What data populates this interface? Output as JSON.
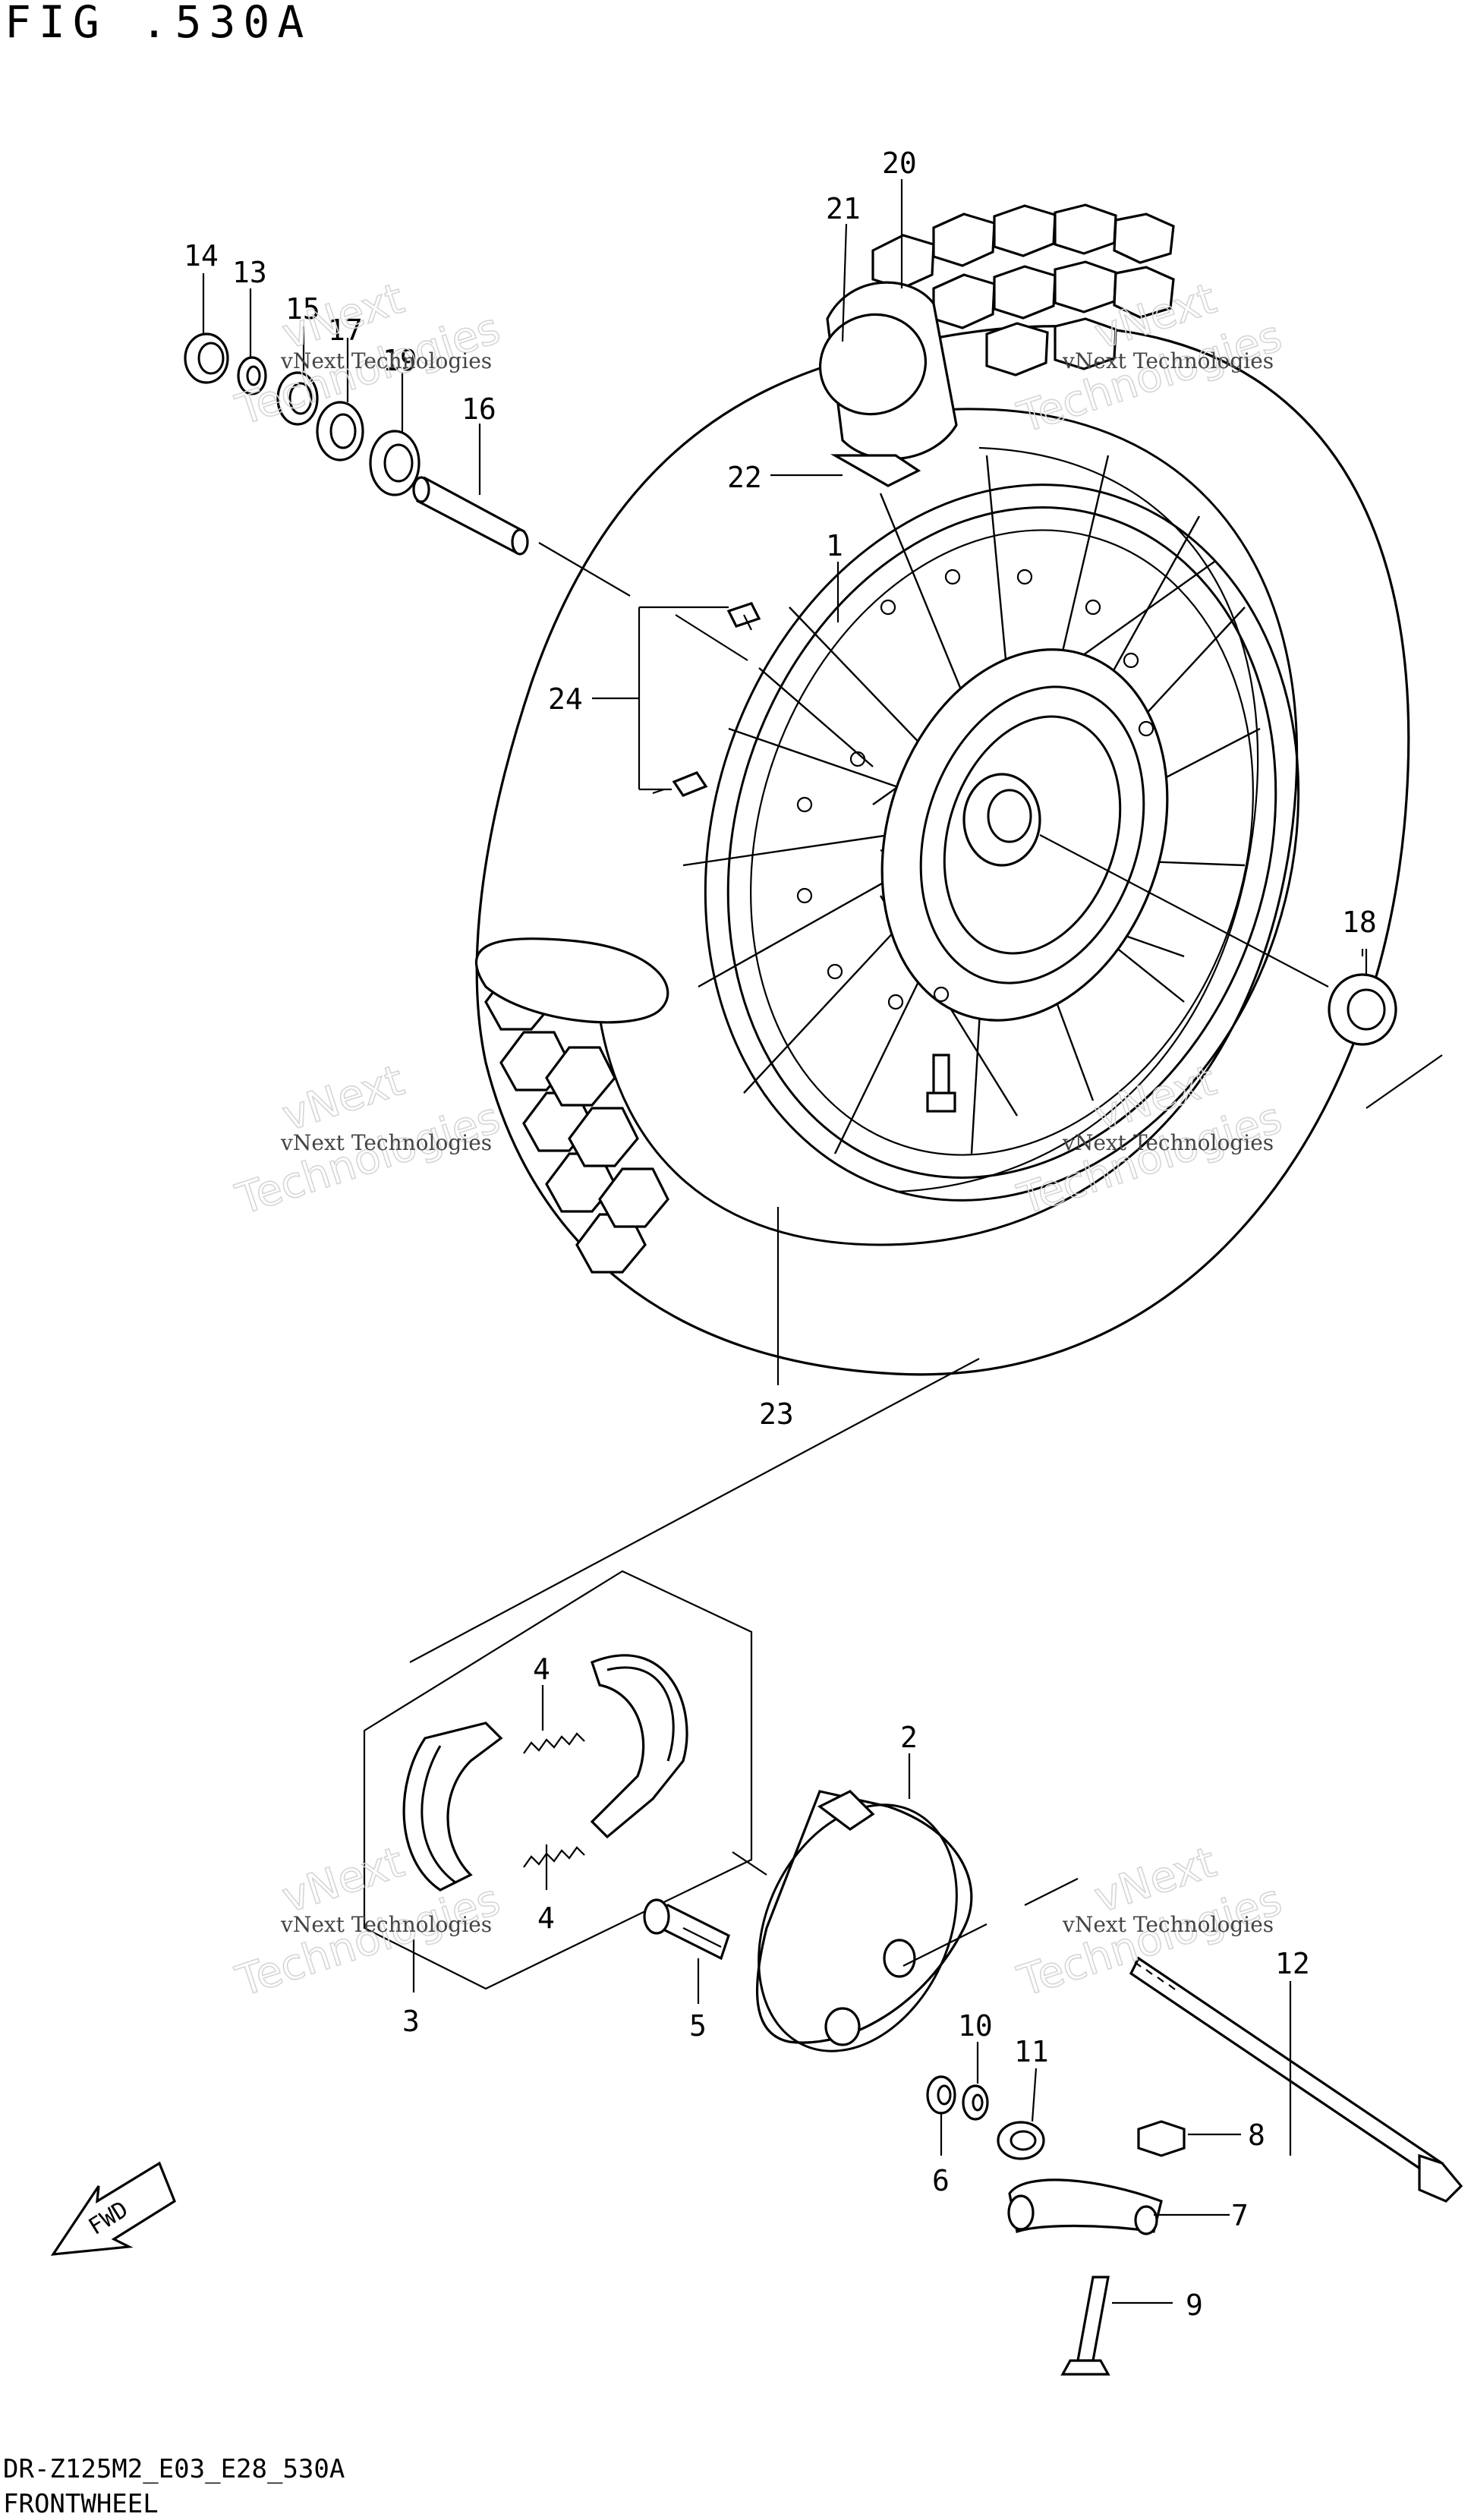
{
  "figure": {
    "title": "FIG .530A",
    "code": "DR-Z125M2_E03_E28_530A",
    "name": "FRONTWHEEL"
  },
  "watermark": {
    "line1": "vNext Technologies",
    "line2": "vNext",
    "line3": "Technologies"
  },
  "callouts": [
    "1",
    "2",
    "3",
    "4",
    "4",
    "5",
    "6",
    "7",
    "8",
    "9",
    "10",
    "11",
    "12",
    "13",
    "14",
    "15",
    "17",
    "19",
    "16",
    "18",
    "20",
    "21",
    "22",
    "23",
    "24"
  ],
  "fwd_label": "FWD"
}
